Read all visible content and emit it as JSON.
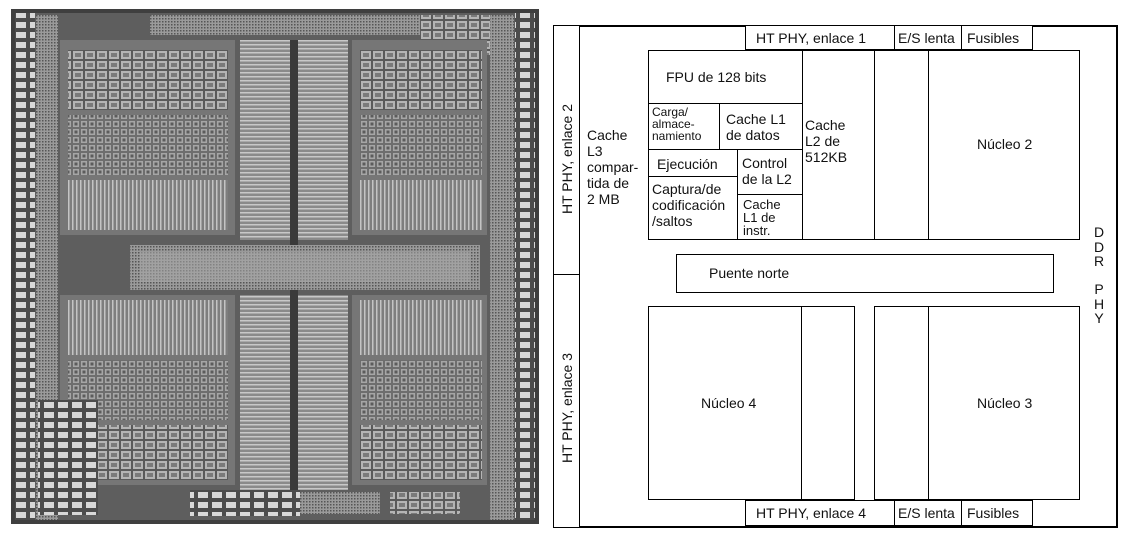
{
  "diagram": {
    "labels": {
      "ht_phy_link1": "HT PHY, enlace 1",
      "ht_phy_link2": "HT PHY, enlace 2",
      "ht_phy_link3": "HT PHY, enlace 3",
      "ht_phy_link4": "HT PHY, enlace 4",
      "slow_io": "E/S lenta",
      "fuses": "Fusibles",
      "fpu": "FPU de 128 bits",
      "load_store": "Carga/\nalmace-\nnamiento",
      "l1_data_cache": "Cache L1\nde datos",
      "l2_cache": "Cache\nL2 de\n512KB",
      "execution": "Ejecución",
      "l2_control": "Control\nde la L2",
      "fetch_decode": "Captura/de\ncodificación\n/saltos",
      "l1_instr_cache": "Cache\nL1 de\ninstr.",
      "l3_cache": "Cache\nL3\ncompar-\ntida de\n2 MB",
      "core2": "Núcleo 2",
      "core3": "Núcleo 3",
      "core4": "Núcleo 4",
      "northbridge": "Puente norte",
      "ddr_phy": [
        "D",
        "D",
        "R",
        "",
        "P",
        "H",
        "Y"
      ]
    }
  }
}
